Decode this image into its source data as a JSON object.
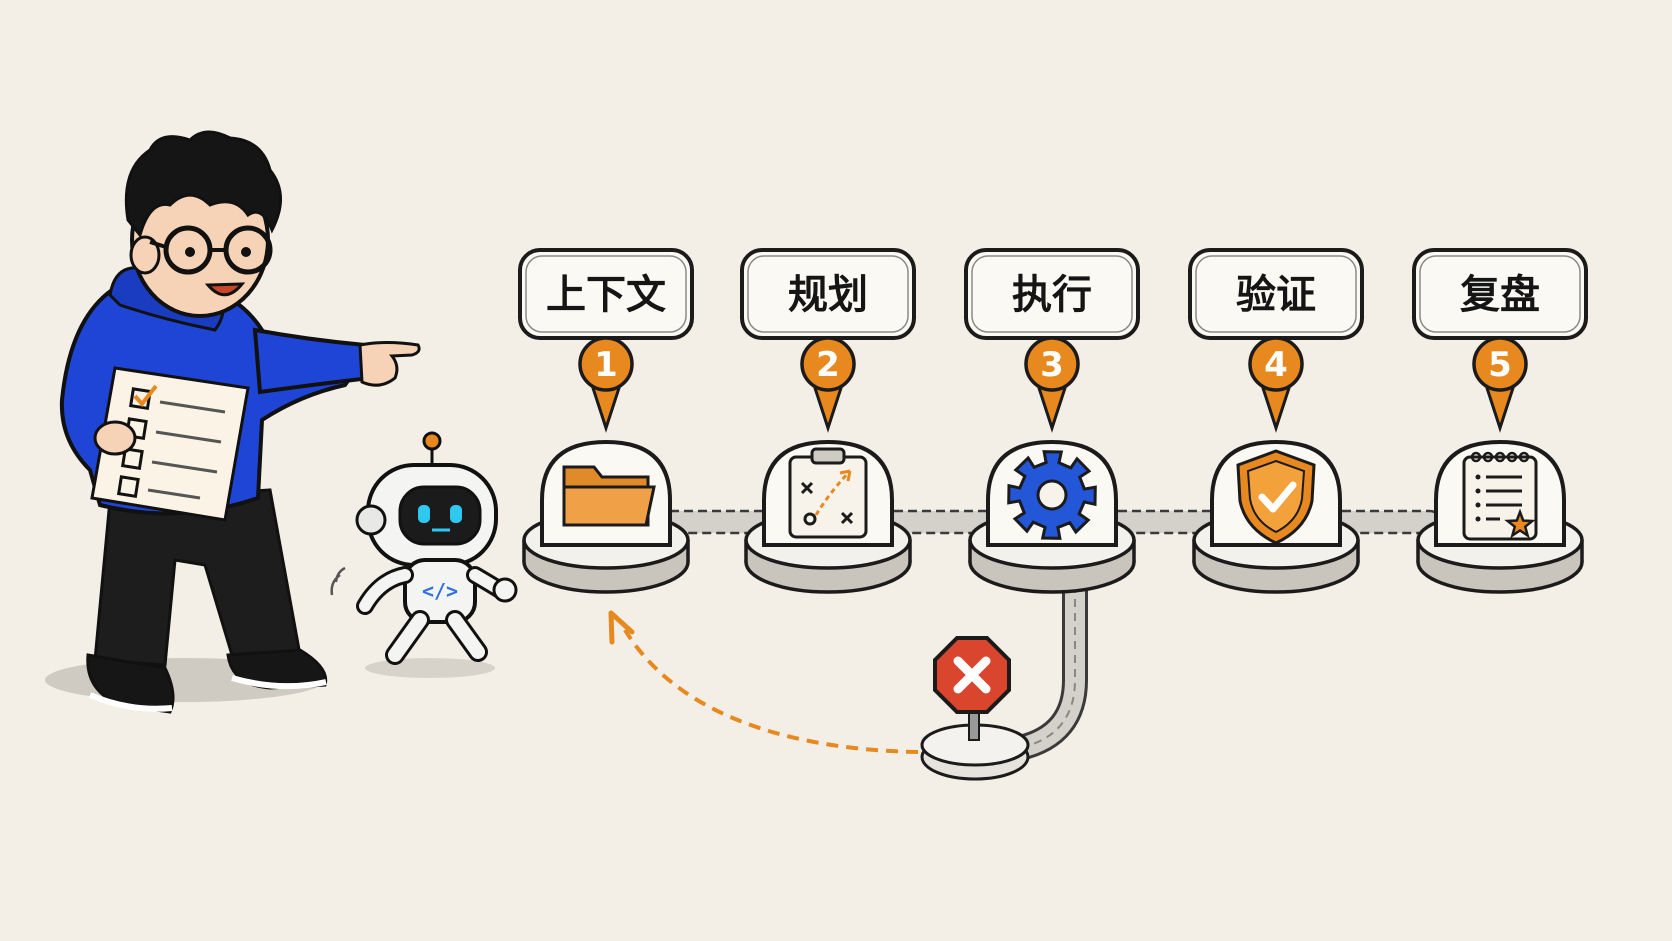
{
  "steps": [
    {
      "number": "1",
      "label": "上下文",
      "icon": "folder-icon"
    },
    {
      "number": "2",
      "label": "规划",
      "icon": "strategy-clipboard-icon"
    },
    {
      "number": "3",
      "label": "执行",
      "icon": "gear-icon"
    },
    {
      "number": "4",
      "label": "验证",
      "icon": "check-shield-icon"
    },
    {
      "number": "5",
      "label": "复盘",
      "icon": "notepad-star-icon"
    }
  ],
  "robot": {
    "chest_code": "</>"
  },
  "colors": {
    "accent_orange": "#e8891f",
    "hoodie_blue": "#1f45d6",
    "gear_blue": "#2456d8",
    "stop_red": "#d9452d",
    "outline": "#1b1b1b",
    "paper_bg": "#f3efe7",
    "track_gray": "#b9b6b0"
  },
  "icons": {
    "character": "person-pointing",
    "robot": "robot-assistant",
    "checklist": "checklist-icon",
    "stop": "stop-sign-icon",
    "loop": "loop-back-arrow"
  }
}
